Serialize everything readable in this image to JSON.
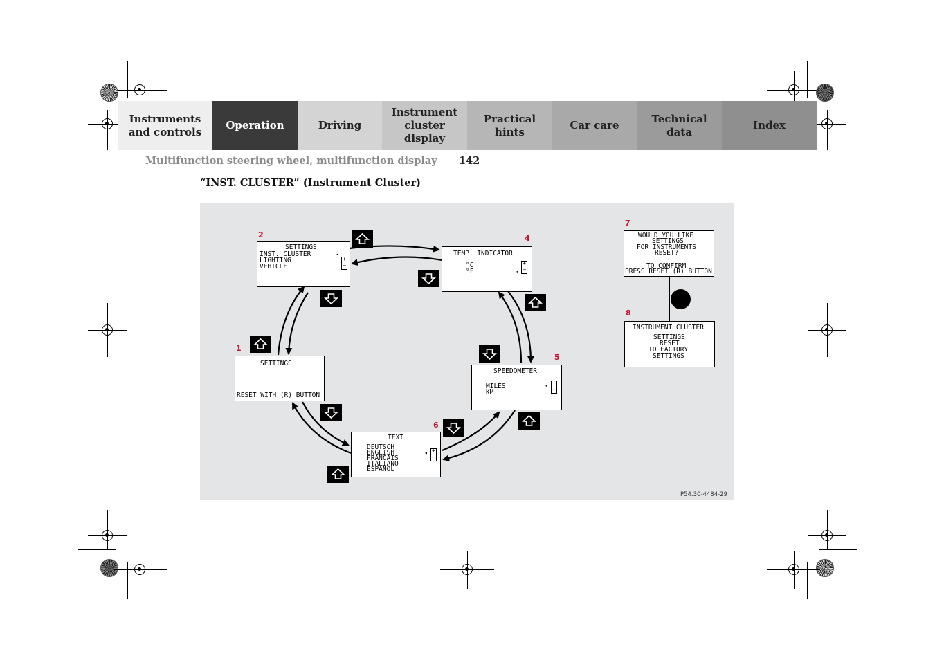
{
  "tabs": [
    {
      "label": "Instruments\nand controls",
      "bg": "#eeeeee",
      "color": "#222222"
    },
    {
      "label": "Operation",
      "bg": "#3a3a3a",
      "color": "#ffffff"
    },
    {
      "label": "Driving",
      "bg": "#d4d4d4",
      "color": "#222222"
    },
    {
      "label": "Instrument\ncluster display",
      "bg": "#c6c6c6",
      "color": "#222222"
    },
    {
      "label": "Practical hints",
      "bg": "#b6b6b6",
      "color": "#222222"
    },
    {
      "label": "Car care",
      "bg": "#a9a9a9",
      "color": "#222222"
    },
    {
      "label": "Technical\ndata",
      "bg": "#9b9b9b",
      "color": "#222222"
    },
    {
      "label": "Index",
      "bg": "#8f8f8f",
      "color": "#222222"
    }
  ],
  "header": {
    "section": "Multifunction steering wheel, multifunction display",
    "page_number": "142"
  },
  "title": "“INST. CLUSTER” (Instrument Cluster)",
  "figure": {
    "code": "P54.30-4484-29",
    "screens": {
      "s1": {
        "number": "1",
        "lines": [
          "SETTINGS",
          "RESET WITH (R) BUTTON"
        ]
      },
      "s2": {
        "number": "2",
        "lines": [
          "SETTINGS",
          "INST. CLUSTER",
          "LIGHTING",
          "VEHICLE"
        ]
      },
      "s4": {
        "number": "4",
        "lines": [
          "TEMP. INDICATOR",
          "°C",
          "°F"
        ]
      },
      "s5": {
        "number": "5",
        "lines": [
          "SPEEDOMETER",
          "MILES",
          "KM"
        ]
      },
      "s6": {
        "number": "6",
        "lines": [
          "TEXT",
          "DEUTSCH",
          "ENGLISH",
          "FRANCAIS",
          "ITALIANO",
          "ESPANOL"
        ]
      },
      "s7": {
        "number": "7",
        "lines": [
          "WOULD YOU LIKE",
          "SETTINGS",
          "FOR INSTRUMENTS",
          "RESET?",
          "TO CONFIRM",
          "PRESS RESET (R) BUTTON"
        ]
      },
      "s8": {
        "number": "8",
        "lines": [
          "INSTRUMENT CLUSTER",
          "SETTINGS",
          "RESET",
          "TO FACTORY",
          "SETTINGS"
        ]
      }
    }
  }
}
